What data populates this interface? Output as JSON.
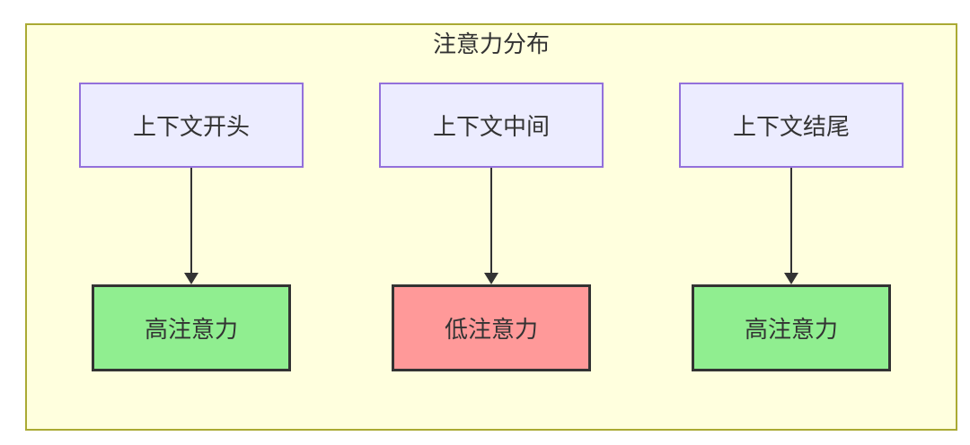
{
  "diagram": {
    "title": "注意力分布",
    "columns": [
      {
        "source": "上下文开头",
        "target": "高注意力",
        "attention_level": "high"
      },
      {
        "source": "上下文中间",
        "target": "低注意力",
        "attention_level": "low"
      },
      {
        "source": "上下文结尾",
        "target": "高注意力",
        "attention_level": "high"
      }
    ],
    "colors": {
      "container_bg": "#FFFFDE",
      "container_border": "#AAAA33",
      "source_bg": "#ECECFF",
      "source_border": "#9370DB",
      "high_bg": "#90EE90",
      "low_bg": "#FF9999",
      "target_border": "#333333",
      "arrow": "#333333",
      "text": "#333333"
    }
  }
}
